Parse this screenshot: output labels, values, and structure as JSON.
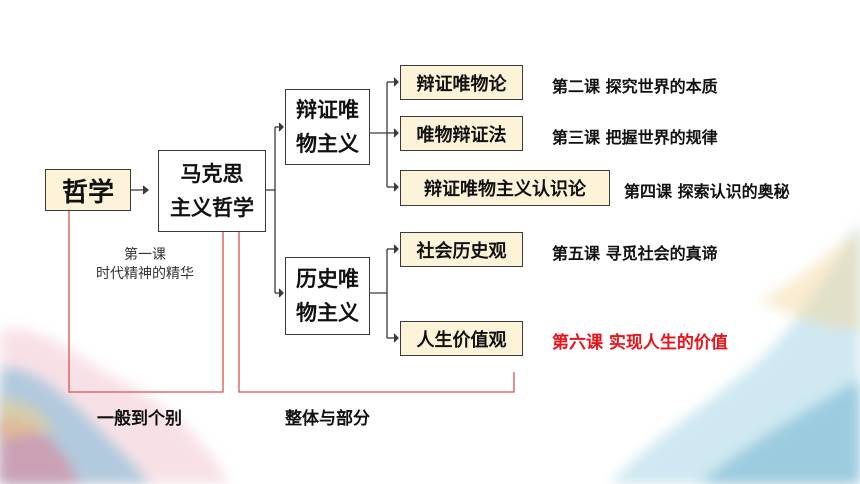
{
  "root": {
    "label": "哲学"
  },
  "marxism": {
    "label": "马克思\n主义哲学"
  },
  "lesson1": {
    "line1": "第一课",
    "line2": "时代精神的精华"
  },
  "dialectical": {
    "label": "辩证唯\n物主义",
    "children": [
      {
        "label": "辩证唯物论",
        "lesson": "第二课 探究世界的本质"
      },
      {
        "label": "唯物辩证法",
        "lesson": "第三课 把握世界的规律"
      },
      {
        "label": "辩证唯物主义认识论",
        "lesson": "第四课 探索认识的奥秘"
      }
    ]
  },
  "historical": {
    "label": "历史唯\n物主义",
    "children": [
      {
        "label": "社会历史观",
        "lesson": "第五课 寻觅社会的真谛"
      },
      {
        "label": "人生价值观",
        "lesson": "第六课 实现人生的价值"
      }
    ]
  },
  "relations": {
    "general_individual": "一般到个别",
    "whole_part": "整体与部分"
  },
  "colors": {
    "highlight": "#e8141b",
    "bracket": "#d9534f",
    "beige": "#fdf3d8",
    "line": "#3a3a3a"
  }
}
